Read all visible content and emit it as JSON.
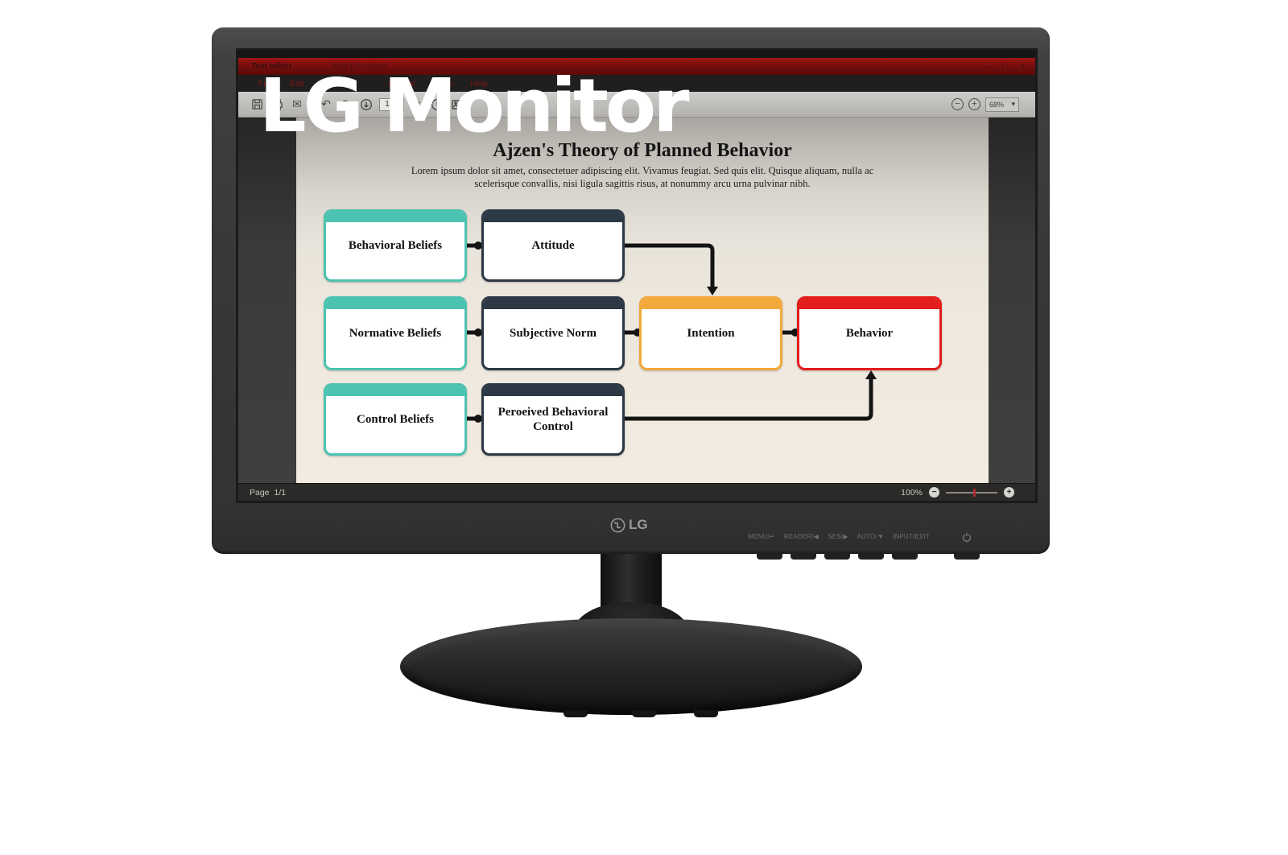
{
  "watermark": "LG Monitor",
  "colors": {
    "titlebar_red": "#8C1111",
    "teal": "#4CC3B0",
    "dark_slate": "#2C3844",
    "orange": "#F2A93B",
    "red": "#E41D1D"
  },
  "window": {
    "app_title": "Text editor",
    "doc_title": "New Document",
    "minimize": "–",
    "maximize": "□",
    "close": "×"
  },
  "menubar": {
    "items": [
      "File",
      "Edit",
      "View",
      "Format",
      "Tools",
      "Help"
    ]
  },
  "toolbar": {
    "page_number": "1",
    "zoom_out": "−",
    "zoom_in": "+",
    "zoom_level": "68%",
    "dropdown_arrow": "▾"
  },
  "document": {
    "title": "Ajzen's Theory of Planned Behavior",
    "body": "Lorem ipsum dolor sit amet, consectetuer adipiscing elit. Vivamus feugiat. Sed quis elit. Quisque aliquam, nulla ac scelerisque convallis, nisi ligula sagittis risus, at nonummy arcu urna pulvinar nibh."
  },
  "diagram": {
    "nodes": [
      {
        "id": "behavioral-beliefs",
        "label": "Behavioral Beliefs",
        "color": "#4CC3B0"
      },
      {
        "id": "attitude",
        "label": "Attitude",
        "color": "#2C3844"
      },
      {
        "id": "normative-beliefs",
        "label": "Normative Beliefs",
        "color": "#4CC3B0"
      },
      {
        "id": "subjective-norm",
        "label": "Subjective Norm",
        "color": "#2C3844"
      },
      {
        "id": "intention",
        "label": "Intention",
        "color": "#F2A93B"
      },
      {
        "id": "behavior",
        "label": "Behavior",
        "color": "#E41D1D"
      },
      {
        "id": "control-beliefs",
        "label": "Control Beliefs",
        "color": "#4CC3B0"
      },
      {
        "id": "perceived-behavioral-control",
        "label": "Peroeived Behavioral Control",
        "color": "#2C3844"
      }
    ],
    "edges": [
      {
        "from": "behavioral-beliefs",
        "to": "attitude"
      },
      {
        "from": "attitude",
        "to": "intention"
      },
      {
        "from": "normative-beliefs",
        "to": "subjective-norm"
      },
      {
        "from": "subjective-norm",
        "to": "intention"
      },
      {
        "from": "intention",
        "to": "behavior"
      },
      {
        "from": "control-beliefs",
        "to": "perceived-behavioral-control"
      },
      {
        "from": "perceived-behavioral-control",
        "to": "behavior"
      }
    ]
  },
  "statusbar": {
    "page_label": "Page",
    "page_value": "1/1",
    "zoom_label": "100%",
    "zoom_out": "−",
    "zoom_in": "+"
  },
  "monitor": {
    "brand": "LG",
    "osd_labels": [
      "MENU/↵",
      "READER/◀",
      "SES/▶",
      "AUTO/▼",
      "INPUT/EXIT"
    ]
  }
}
